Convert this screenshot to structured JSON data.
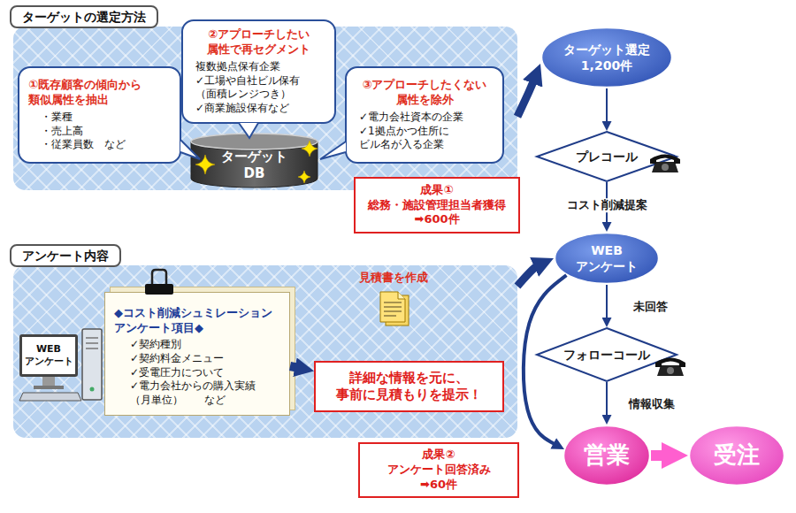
{
  "diagram": {
    "nodes": [
      {
        "text": [
          "ターゲットの選定方法"
        ]
      },
      {
        "text": [
          "①既存顧客の傾向から 類似属性を抽出",
          "・業種 ・売上高 ・従業員数　など"
        ],
        "in": 0
      },
      {
        "text": [
          "②アプローチしたい 属性で再セグメント",
          "複数拠点保有企業 ✓工場や自社ビル保有 （面積レンジつき） ✓商業施設保有など"
        ],
        "in": 0
      },
      {
        "text": [
          "③アプローチしたくない 属性を除外",
          "✓電力会社資本の企業 ✓1拠点かつ住所に ビル名が入る企業"
        ],
        "in": 0
      },
      {
        "text": [
          "ターゲット DB"
        ],
        "in": 0
      },
      {
        "text": [
          "ターゲット選定 1,200件"
        ]
      },
      {
        "text": [
          "プレコール"
        ]
      },
      {
        "text": [
          "成果① 総務・施設管理担当者獲得 ➡600件"
        ]
      },
      {
        "text": [
          "アンケート内容"
        ]
      },
      {
        "text": [
          "◆コスト削減シュミレーション アンケート項目◆",
          "✓契約種別 ✓契約料金メニュー ✓受電圧力について ✓電力会社からの購入実績 （月単位）　　など"
        ],
        "in": 8
      },
      {
        "text": [
          "WEB アンケート"
        ],
        "in": 8
      },
      {
        "text": [
          "詳細な情報を元に、 事前に見積もりを提示！"
        ],
        "in": 8
      },
      {
        "text": [
          "WEB アンケート"
        ]
      },
      {
        "text": [
          "フォローコール"
        ]
      },
      {
        "text": [
          "営業"
        ]
      },
      {
        "text": [
          "受注"
        ]
      },
      {
        "text": [
          "成果② アンケート回答済み ➡60件"
        ]
      }
    ],
    "edges": [
      {
        "from": 0,
        "to": 5,
        "arrow": "to"
      },
      {
        "from": 5,
        "to": 6,
        "arrow": "to"
      },
      {
        "from": 6,
        "to": 12,
        "label": "コスト削減提案",
        "arrow": "to"
      },
      {
        "from": 8,
        "to": 12,
        "arrow": "to"
      },
      {
        "from": 12,
        "to": 13,
        "label": "未回答",
        "arrow": "to"
      },
      {
        "from": 13,
        "to": 14,
        "label": "情報収集",
        "arrow": "to"
      },
      {
        "from": 12,
        "to": 14,
        "arrow": "to"
      },
      {
        "from": 14,
        "to": 15,
        "arrow": "to"
      },
      {
        "from": 9,
        "to": 11,
        "arrow": "to"
      }
    ],
    "labels": [
      "見積書を作成"
    ]
  }
}
